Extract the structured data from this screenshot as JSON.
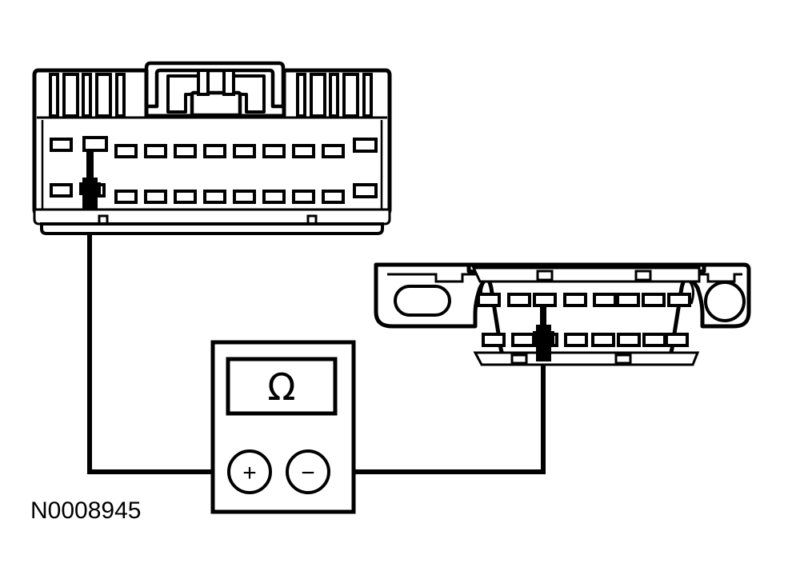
{
  "figure": {
    "label": "N0008945",
    "title": "Resistance continuity check between harness connector and data link connector",
    "background_color": "#ffffff",
    "line_color": "#000000"
  },
  "meter": {
    "name": "Digital multimeter",
    "display_symbol": "Ω",
    "display_meaning": "ohms",
    "terminals": [
      {
        "id": "positive",
        "symbol": "+",
        "connects_to": "top-harness-connector"
      },
      {
        "id": "negative",
        "symbol": "−",
        "connects_to": "data-link-connector"
      }
    ]
  },
  "connectors": [
    {
      "id": "top-harness-connector",
      "name": "Vehicle harness connector",
      "pin_rows": 2,
      "top_row_pins": 11,
      "bottom_row_pins": 11,
      "probed_pin_row": "top",
      "probed_pin_index": 2,
      "has_latch_tab": true,
      "has_keying_ribs": true
    },
    {
      "id": "data-link-connector",
      "name": "Data link connector (DLC)",
      "pin_rows": 2,
      "top_row_pins": 8,
      "bottom_row_pins": 8,
      "probed_pin_row": "bottom",
      "probed_pin_index": 3,
      "left_mount_hole": "oblong",
      "right_mount_hole": "round"
    }
  ],
  "wires": [
    {
      "id": "wire-positive",
      "from": "top-harness-connector pin",
      "to": "meter positive terminal"
    },
    {
      "id": "wire-negative",
      "from": "data-link-connector pin",
      "to": "meter negative terminal"
    }
  ]
}
